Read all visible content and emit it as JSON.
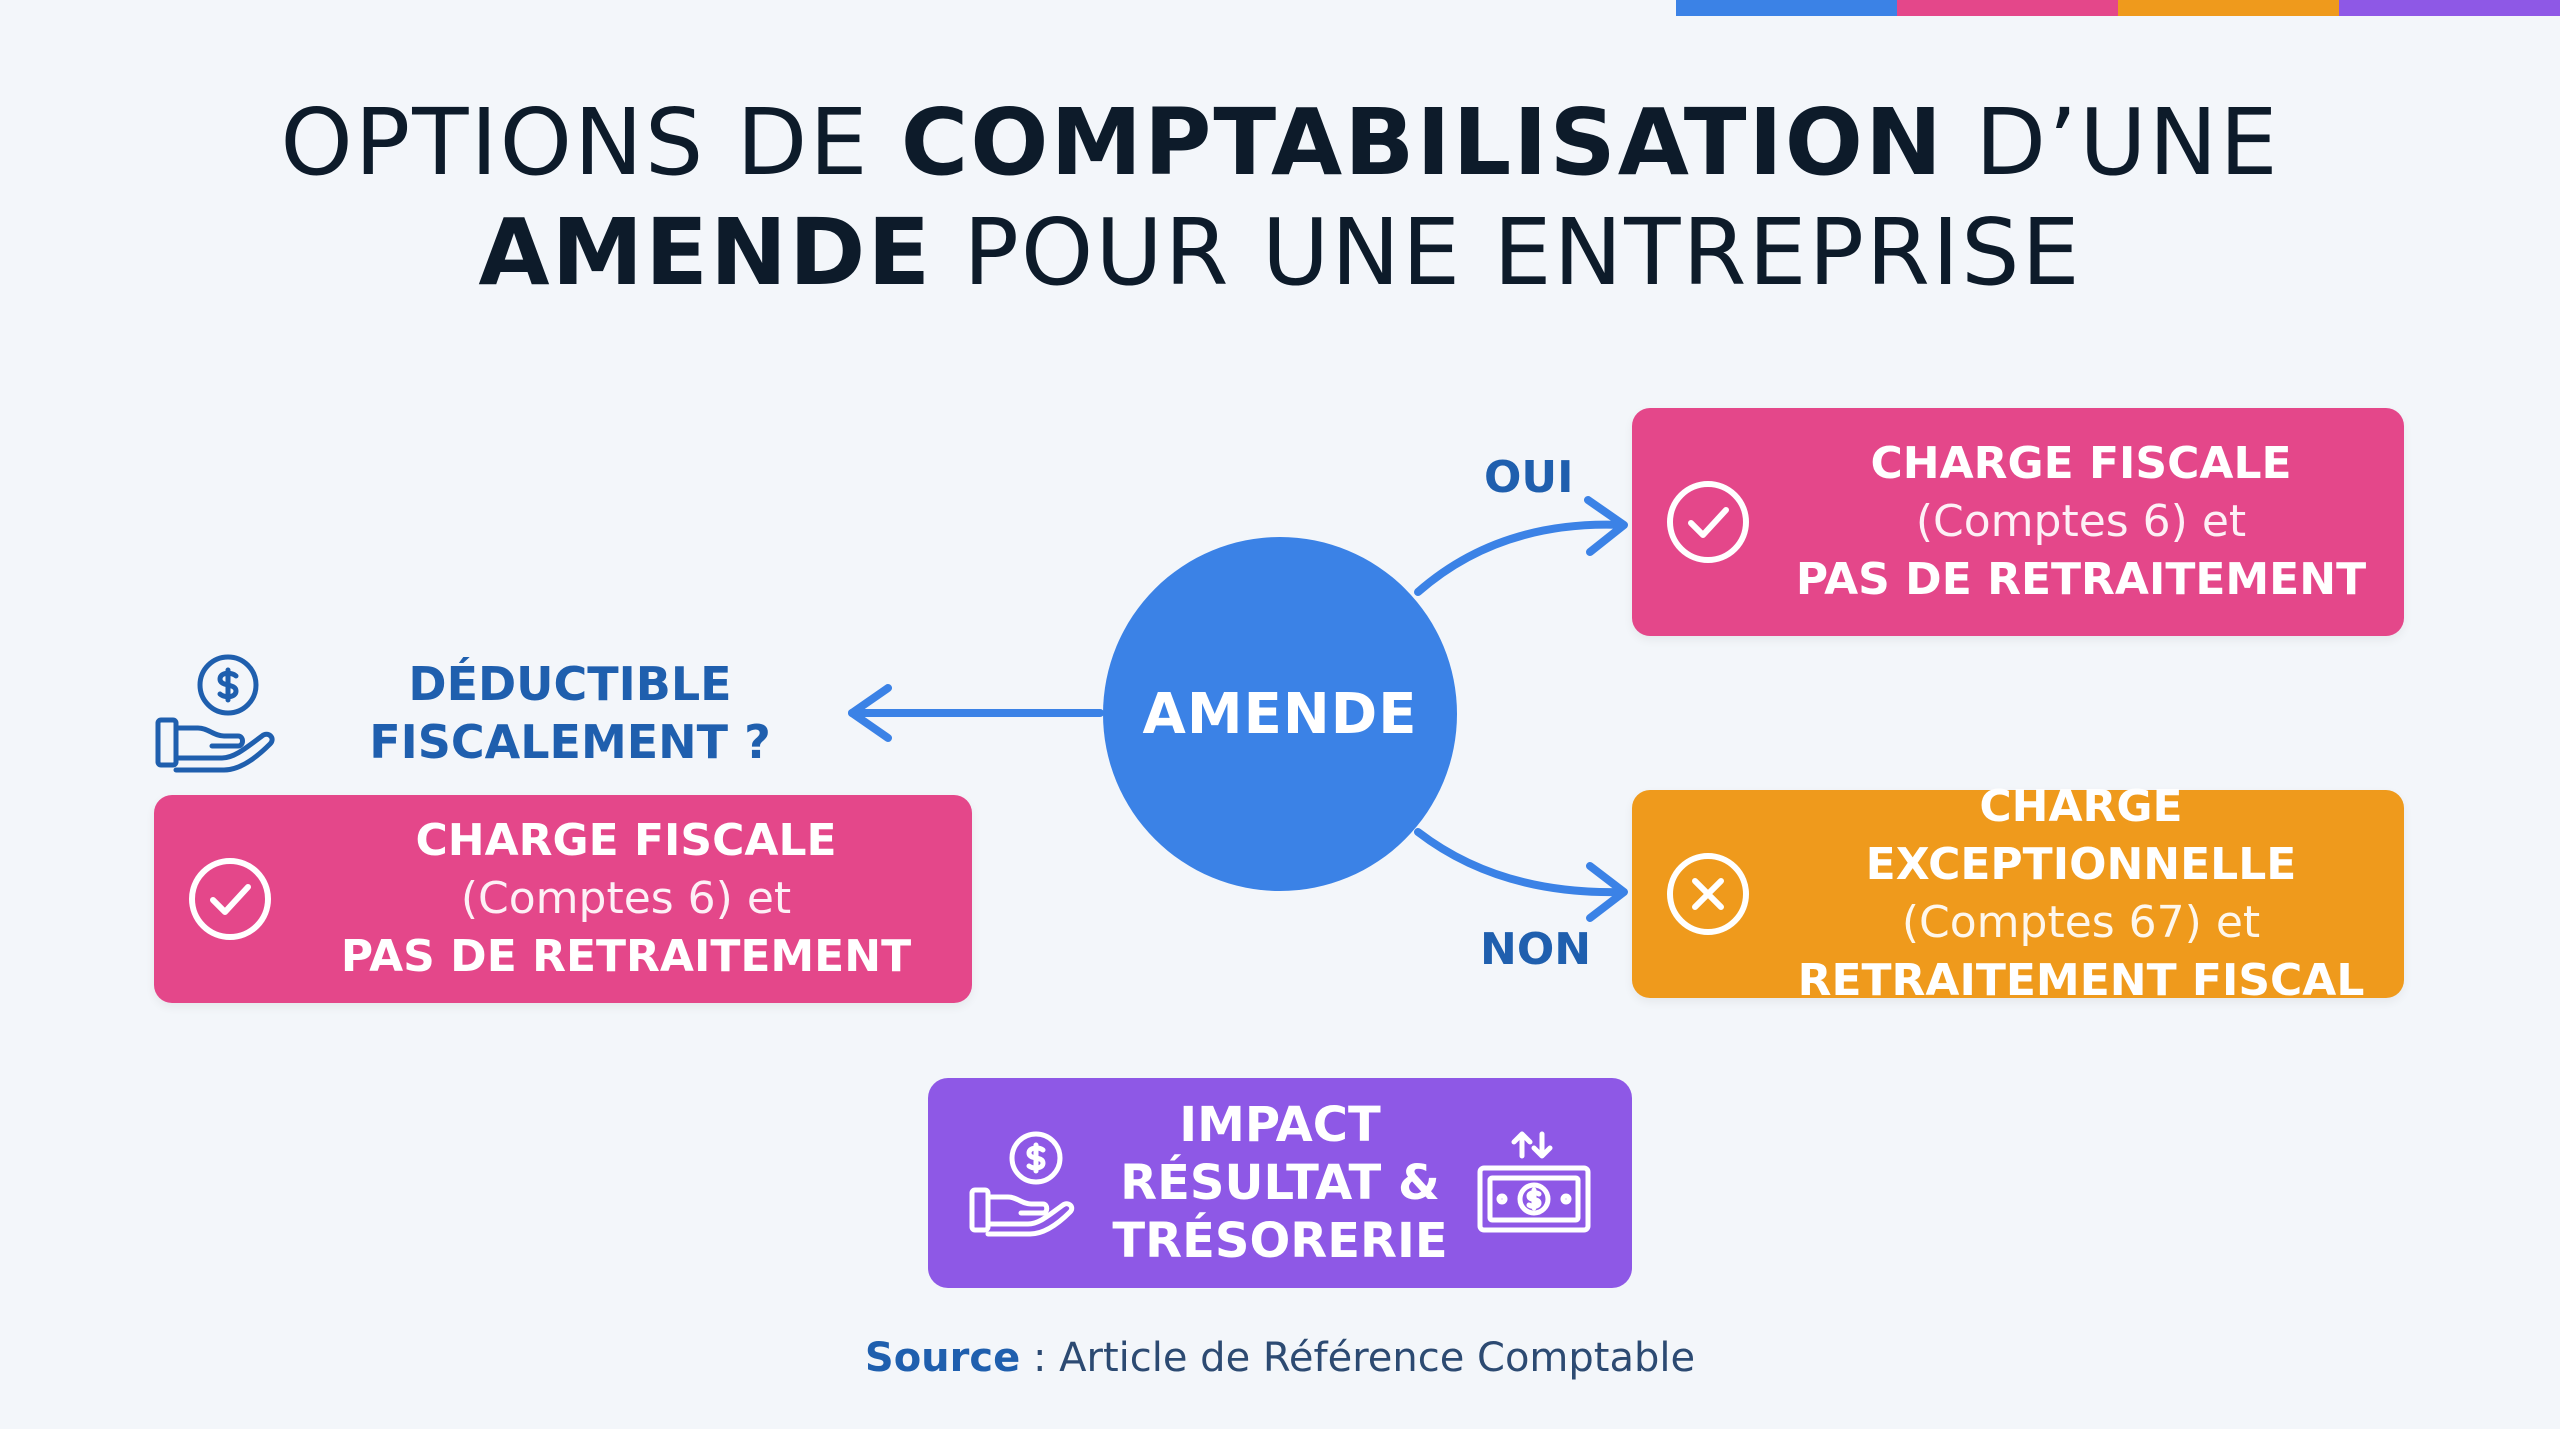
{
  "colors": {
    "accent_blue": "#3b82e6",
    "label_blue": "#1f5fae",
    "pink": "#e4478a",
    "orange": "#ef9a1c",
    "purple": "#8e58e6",
    "top_bar": [
      "#3b82e6",
      "#e4478a",
      "#ef9a1c",
      "#8e58e6"
    ]
  },
  "title": {
    "line1_part1": "OPTIONS DE ",
    "line1_bold": "COMPTABILISATION",
    "line1_part2": " D’UNE",
    "line2_bold": "AMENDE",
    "line2_part2": " POUR UNE ENTREPRISE"
  },
  "center": {
    "label": "AMENDE"
  },
  "question": {
    "line1": "DÉDUCTIBLE",
    "line2": "FISCALEMENT ?"
  },
  "branches": {
    "yes": "OUI",
    "no": "NON"
  },
  "card_yes": {
    "line1": "CHARGE FISCALE",
    "line2": "(Comptes 6) et",
    "line3": "PAS DE RETRAITEMENT",
    "icon": "check-circle-icon"
  },
  "card_no": {
    "line1": "CHARGE EXCEPTIONNELLE",
    "line2": "(Comptes 67) et",
    "line3": "RETRAITEMENT FISCAL",
    "icon": "x-circle-icon"
  },
  "card_left": {
    "line1": "CHARGE FISCALE",
    "line2": "(Comptes 6) et",
    "line3": "PAS DE RETRAITEMENT",
    "icon": "check-circle-icon"
  },
  "impact": {
    "line1": "IMPACT",
    "line2": "RÉSULTAT &",
    "line3": "TRÉSORERIE",
    "icon_left": "hand-coin-icon",
    "icon_right": "banknote-exchange-icon"
  },
  "source": {
    "label": "Source",
    "text": " : Article de Référence Comptable"
  }
}
